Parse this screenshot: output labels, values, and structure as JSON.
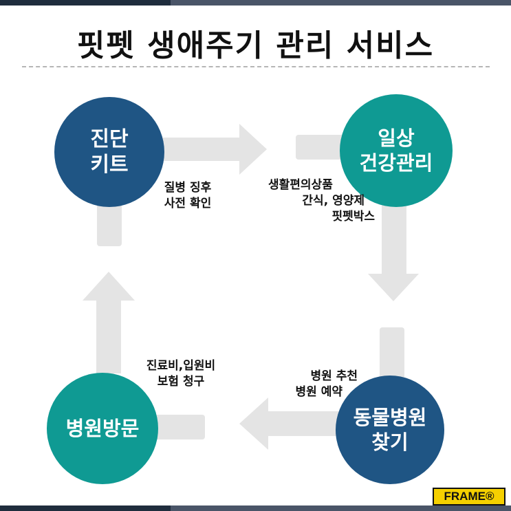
{
  "title": "핏펫 생애주기 관리 서비스",
  "nodes": {
    "kit": {
      "line1": "진단",
      "line2": "키트"
    },
    "daily": {
      "line1": "일상",
      "line2": "건강관리"
    },
    "hospital_find": {
      "line1": "동물병원",
      "line2": "찾기"
    },
    "visit": {
      "line1": "병원방문"
    }
  },
  "labels": {
    "kit_daily": [
      "질병 징후",
      "사전 확인"
    ],
    "daily_products": [
      "생활편의상품",
      "간식, 영양제",
      "핏펫박스"
    ],
    "hospital": [
      "병원 추천",
      "병원 예약"
    ],
    "billing": [
      "진료비,입원비",
      "보험 청구"
    ]
  },
  "colors": {
    "blue": "#1f5584",
    "teal": "#0f9a93",
    "arrow": "#e4e4e4",
    "badge": "#f5d000"
  },
  "badge": "FRAME®"
}
